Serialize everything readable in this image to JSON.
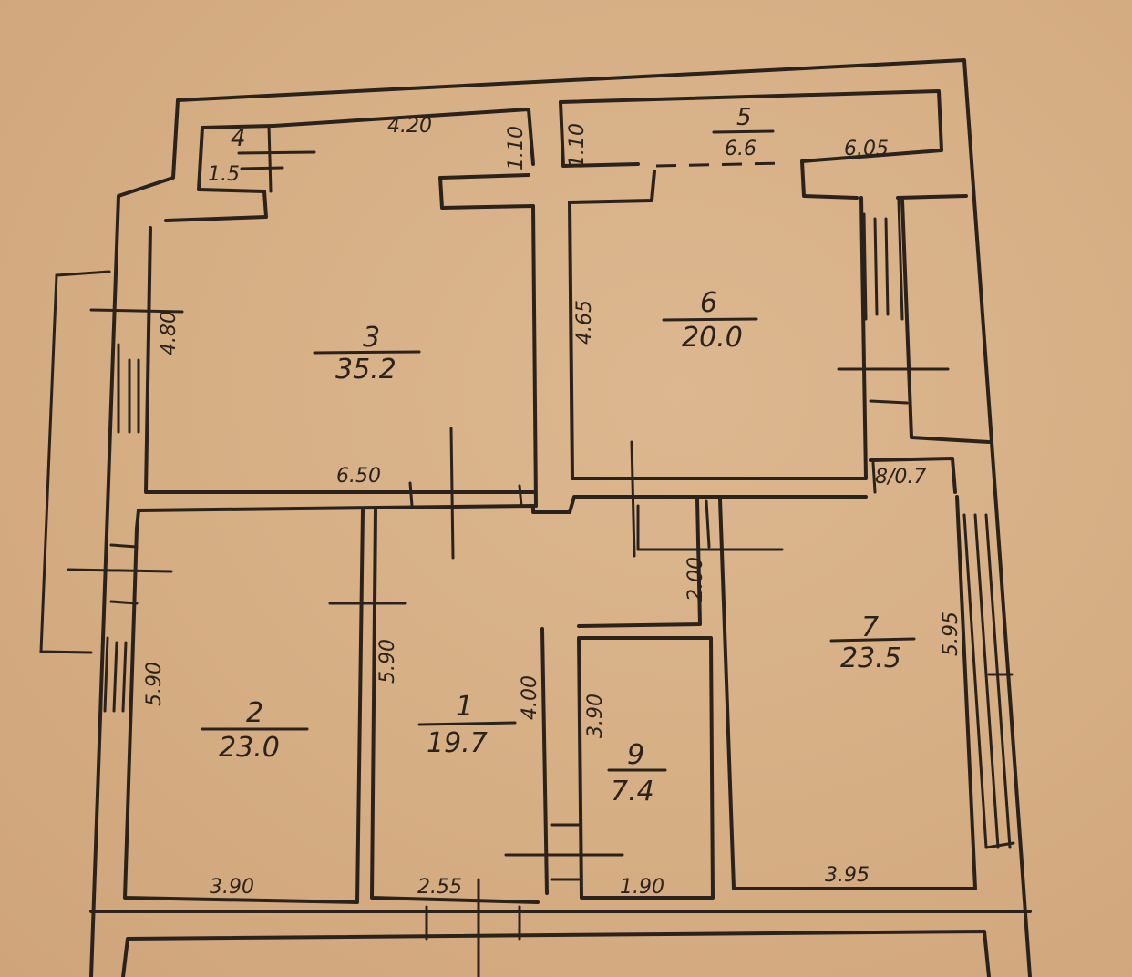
{
  "colors": {
    "paper": "#d6ae84",
    "ink": "#2b221c"
  },
  "rooms": [
    {
      "number": "1",
      "area": "19.7"
    },
    {
      "number": "2",
      "area": "23.0"
    },
    {
      "number": "3",
      "area": "35.2"
    },
    {
      "number": "4",
      "area": "1.5"
    },
    {
      "number": "5",
      "area": "6.6"
    },
    {
      "number": "6",
      "area": "20.0"
    },
    {
      "number": "7",
      "area": "23.5"
    },
    {
      "number": "8",
      "area": "0.7"
    },
    {
      "number": "9",
      "area": "7.4"
    }
  ],
  "dimensions": {
    "room3_top": "4.20",
    "room3_left": "4.80",
    "room3_bottom": "6.50",
    "room3_niche": "1.10",
    "room5_niche": "1.10",
    "room5_right": "6.05",
    "room6_left": "4.65",
    "room2_left": "5.90",
    "room2_bottom": "3.90",
    "room1_left": "5.90",
    "room1_bottom": "2.55",
    "room1_right": "4.00",
    "room9_left": "3.90",
    "room9_bottom": "1.90",
    "hall_step": "2.00",
    "room7_right": "5.95",
    "room7_bottom": "3.95",
    "room8_label": "8/0.7"
  }
}
